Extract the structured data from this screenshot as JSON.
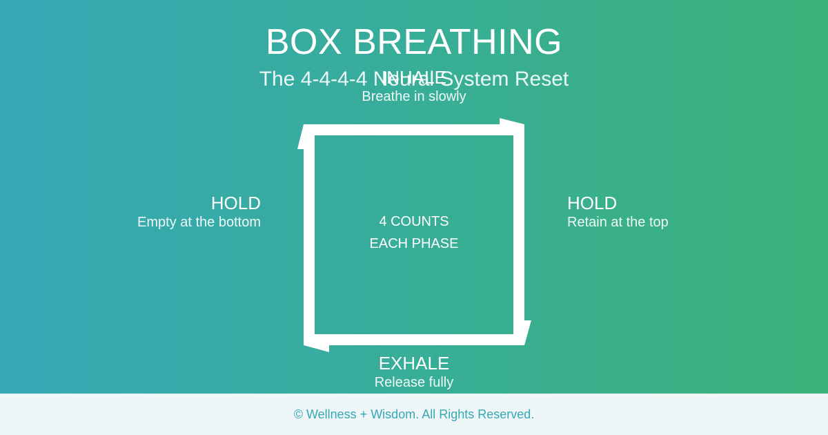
{
  "header": {
    "title": "BOX BREATHING",
    "subtitle": "The 4-4-4-4 Neural System Reset"
  },
  "diagram": {
    "center": {
      "line1": "4 COUNTS",
      "line2": "EACH PHASE"
    },
    "phases": {
      "top": {
        "name": "INHALE",
        "description": "Breathe in slowly"
      },
      "right": {
        "name": "HOLD",
        "description": "Retain at the top"
      },
      "bottom": {
        "name": "EXHALE",
        "description": "Release fully"
      },
      "left": {
        "name": "HOLD",
        "description": "Empty at the bottom"
      }
    }
  },
  "footer": {
    "text": "© Wellness + Wisdom. All Rights Reserved."
  },
  "colors": {
    "gradient_start": "#35a8b6",
    "gradient_end": "#3bb27a",
    "box_stroke": "#ffffff",
    "footer_bg": "#eff6f7",
    "footer_text": "#35a8b6"
  }
}
